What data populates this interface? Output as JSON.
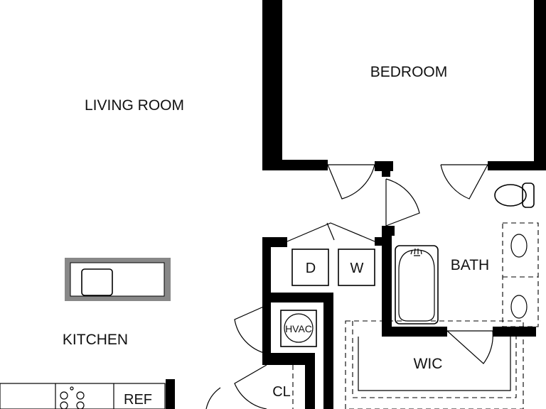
{
  "rooms": {
    "living_room": "LIVING ROOM",
    "bedroom": "BEDROOM",
    "kitchen": "KITCHEN",
    "bath": "BATH",
    "wic": "WIC",
    "closet": "CL"
  },
  "appliances": {
    "dryer": "D",
    "washer": "W",
    "hvac": "HVAC",
    "refrigerator": "REF"
  },
  "colors": {
    "wall": "#000000",
    "counter": "#888888",
    "background": "#ffffff"
  }
}
